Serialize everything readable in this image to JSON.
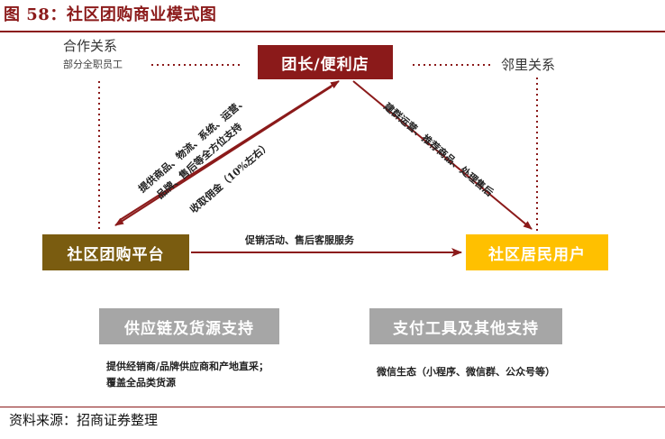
{
  "header": {
    "title": "图 58：社区团购商业模式图"
  },
  "nodes": {
    "leader": "团长/便利店",
    "platform": "社区团购平台",
    "resident": "社区居民用户",
    "supply": "供应链及货源支持",
    "payment": "支付工具及其他支持"
  },
  "relations": {
    "cooperation": "合作关系",
    "cooperation_sub": "部分全职员工",
    "neighbor": "邻里关系"
  },
  "edge_labels": {
    "platform_to_leader_line1": "提供商品、物流、系统、运营、",
    "platform_to_leader_line2": "品牌、售后等全方位支持",
    "leader_to_platform": "收取佣金（10%左右）",
    "leader_to_resident_line1": "建群运营、推荐商品、处理售后",
    "platform_to_resident": "促销活动、售后客服服务"
  },
  "notes": {
    "supply_line1": "提供经销商/品牌供应商和产地直采；",
    "supply_line2": "覆盖全品类货源",
    "payment": "微信生态（小程序、微信群、公众号等）"
  },
  "footer": {
    "source": "资料来源：招商证券整理"
  },
  "colors": {
    "brand_red": "#8b1a1a",
    "platform_brown": "#7a5c10",
    "resident_gold": "#ffc000",
    "support_grey": "#a6a6a6"
  }
}
